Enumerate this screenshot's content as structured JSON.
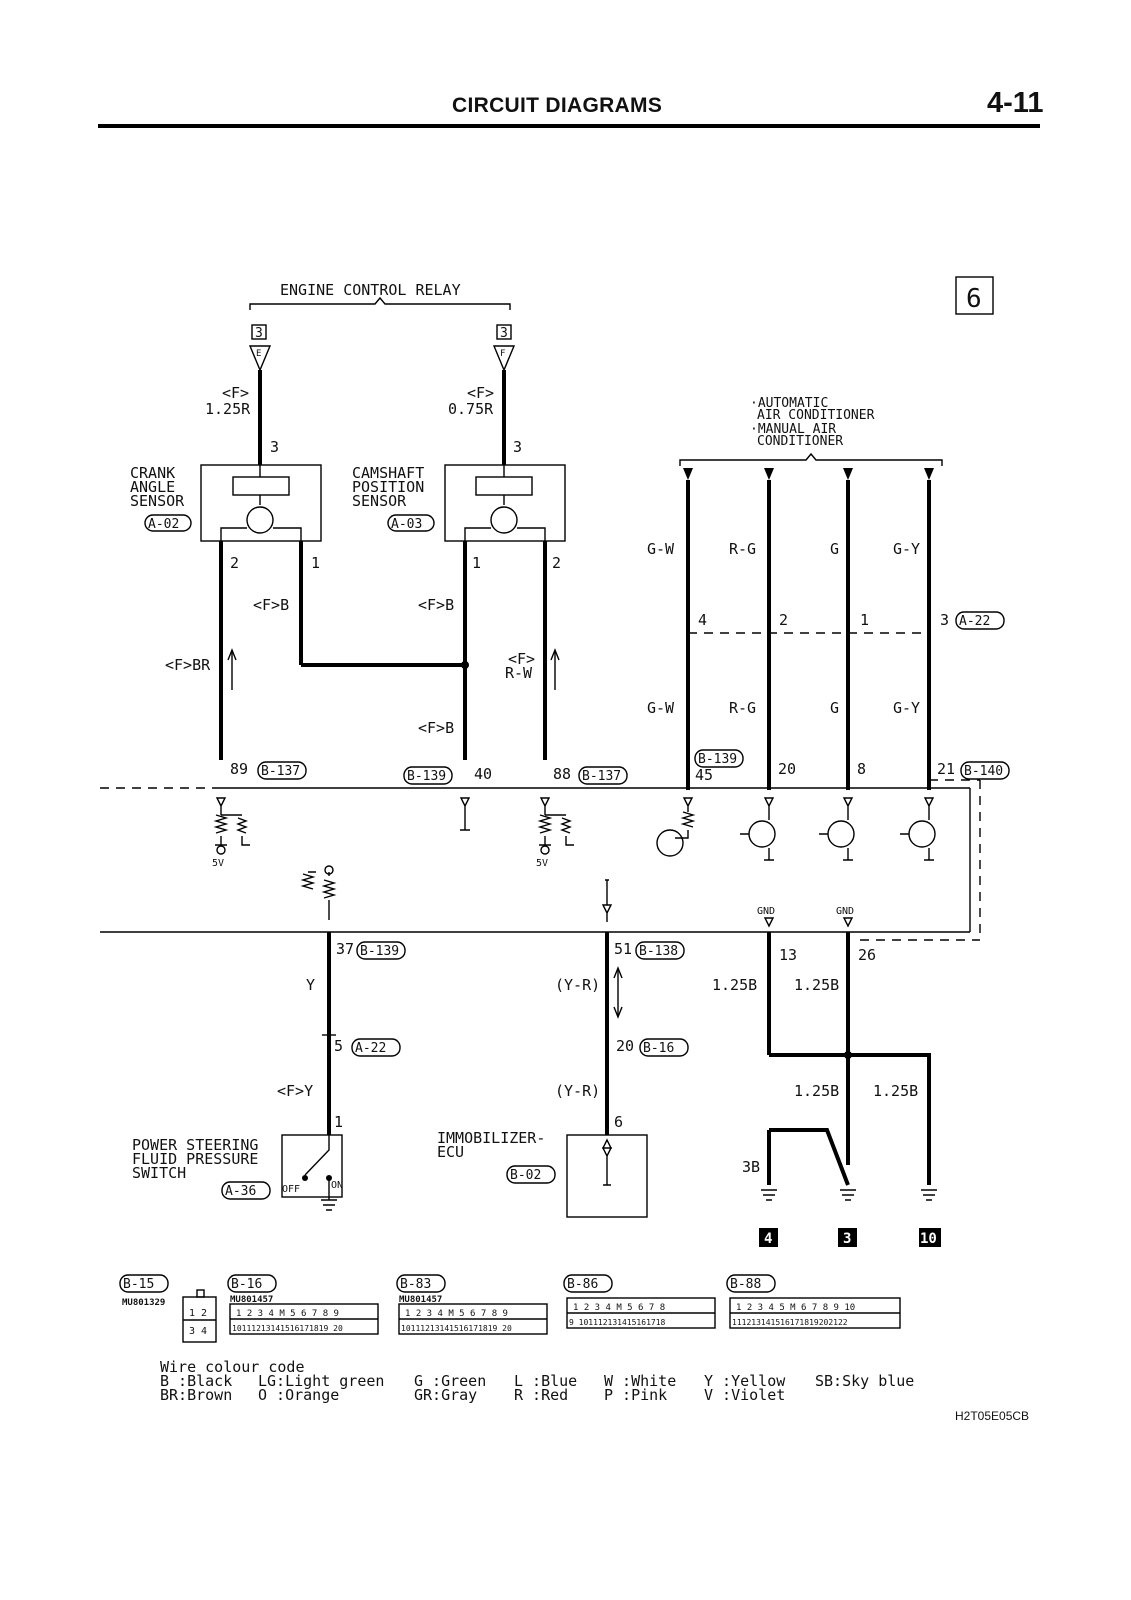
{
  "header": {
    "title": "CIRCUIT DIAGRAMS",
    "page": "4-11"
  },
  "sheet_number": "6",
  "relay": {
    "label": "ENGINE CONTROL RELAY",
    "left_conn": "3",
    "left_pin": "E",
    "right_conn": "3",
    "right_pin": "F"
  },
  "wires_top": {
    "left": {
      "line1": "<F>",
      "line2": "1.25R",
      "pin": "3"
    },
    "right": {
      "line1": "<F>",
      "line2": "0.75R",
      "pin": "3"
    }
  },
  "crank_sensor": {
    "name": [
      "CRANK",
      "ANGLE",
      "SENSOR"
    ],
    "connector": "A-02",
    "pin_a": "2",
    "pin_b": "1",
    "wire_b": "<F>B",
    "wire_main": "<F>BR"
  },
  "cam_sensor": {
    "name": [
      "CAMSHAFT",
      "POSITION",
      "SENSOR"
    ],
    "connector": "A-03",
    "pin_a": "1",
    "pin_b": "2",
    "wire_a": "<F>B",
    "wire_b1": "<F>",
    "wire_b2": "R-W",
    "wire_a_low": "<F>B"
  },
  "ac_note": {
    "line1": "·AUTOMATIC",
    "line2": "AIR CONDITIONER",
    "line3": "·MANUAL AIR",
    "line4": "CONDITIONER"
  },
  "ac_wires": {
    "colors": [
      "G-W",
      "R-G",
      "G",
      "G-Y"
    ],
    "pins": [
      "4",
      "2",
      "1",
      "3"
    ],
    "connector": "A-22"
  },
  "ecu_pins_top": {
    "p89": "89",
    "c89": "B-137",
    "c40": "B-139",
    "p40": "40",
    "p88": "88",
    "c88": "B-137",
    "c45": "B-139",
    "p45": "45",
    "p20": "20",
    "p8": "8",
    "p21": "21",
    "c21": "B-140"
  },
  "ecu_inside": {
    "v1": "5V",
    "v2": "5V",
    "gnd1": "GND",
    "gnd2": "GND"
  },
  "ecu_pins_bottom": {
    "p37": "37",
    "c37": "B-139",
    "p51": "51",
    "c51": "B-138",
    "p13": "13",
    "p26": "26"
  },
  "lower_wires": {
    "y": "Y",
    "yr": "(Y-R)",
    "p5": "5",
    "c5": "A-22",
    "p20b": "20",
    "c20b": "B-16",
    "fy": "<F>Y",
    "yr2": "(Y-R)",
    "p1": "1",
    "p6": "6",
    "w125a": "1.25B",
    "w125b": "1.25B",
    "w125c": "1.25B",
    "w125d": "1.25B",
    "w3b": "3B"
  },
  "ps_switch": {
    "name": [
      "POWER STEERING",
      "FLUID PRESSURE",
      "SWITCH"
    ],
    "connector": "A-36",
    "off": "OFF",
    "on": "ON"
  },
  "immobilizer": {
    "name": [
      "IMMOBILIZER-",
      "ECU"
    ],
    "connector": "B-02"
  },
  "grounds": [
    "4",
    "3",
    "10"
  ],
  "connectors": [
    {
      "id": "B-15",
      "part": "MU801329"
    },
    {
      "id": "B-16",
      "part": "MU801457"
    },
    {
      "id": "B-83",
      "part": "MU801457"
    },
    {
      "id": "B-86",
      "part": ""
    },
    {
      "id": "B-88",
      "part": ""
    }
  ],
  "wire_colour_code": {
    "title": "Wire colour code",
    "row1": [
      "B :Black",
      "LG:Light green",
      "G :Green",
      "L :Blue",
      "W :White",
      "Y :Yellow",
      "SB:Sky blue"
    ],
    "row2": [
      "BR:Brown",
      "O :Orange",
      "GR:Gray",
      "R :Red",
      "P :Pink",
      "V :Violet"
    ]
  },
  "figure_code": "H2T05E05CB"
}
